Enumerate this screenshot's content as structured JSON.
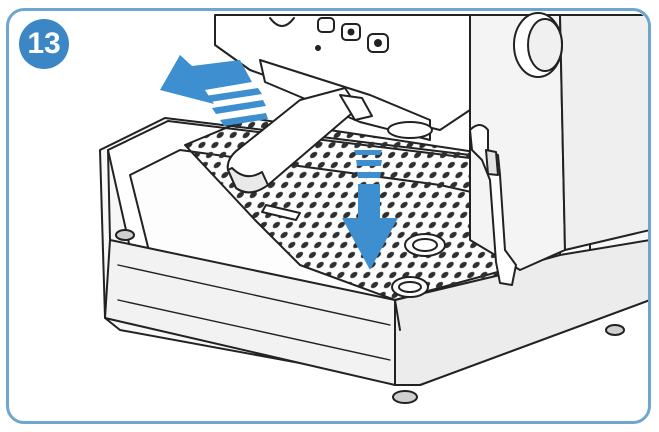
{
  "step": {
    "number": "13",
    "badge_color": "#3b86c4"
  },
  "frame": {
    "border_color": "#6fa6cf"
  },
  "arrows": {
    "color": "#3e8fd0",
    "directions": [
      "up-left",
      "down"
    ]
  }
}
